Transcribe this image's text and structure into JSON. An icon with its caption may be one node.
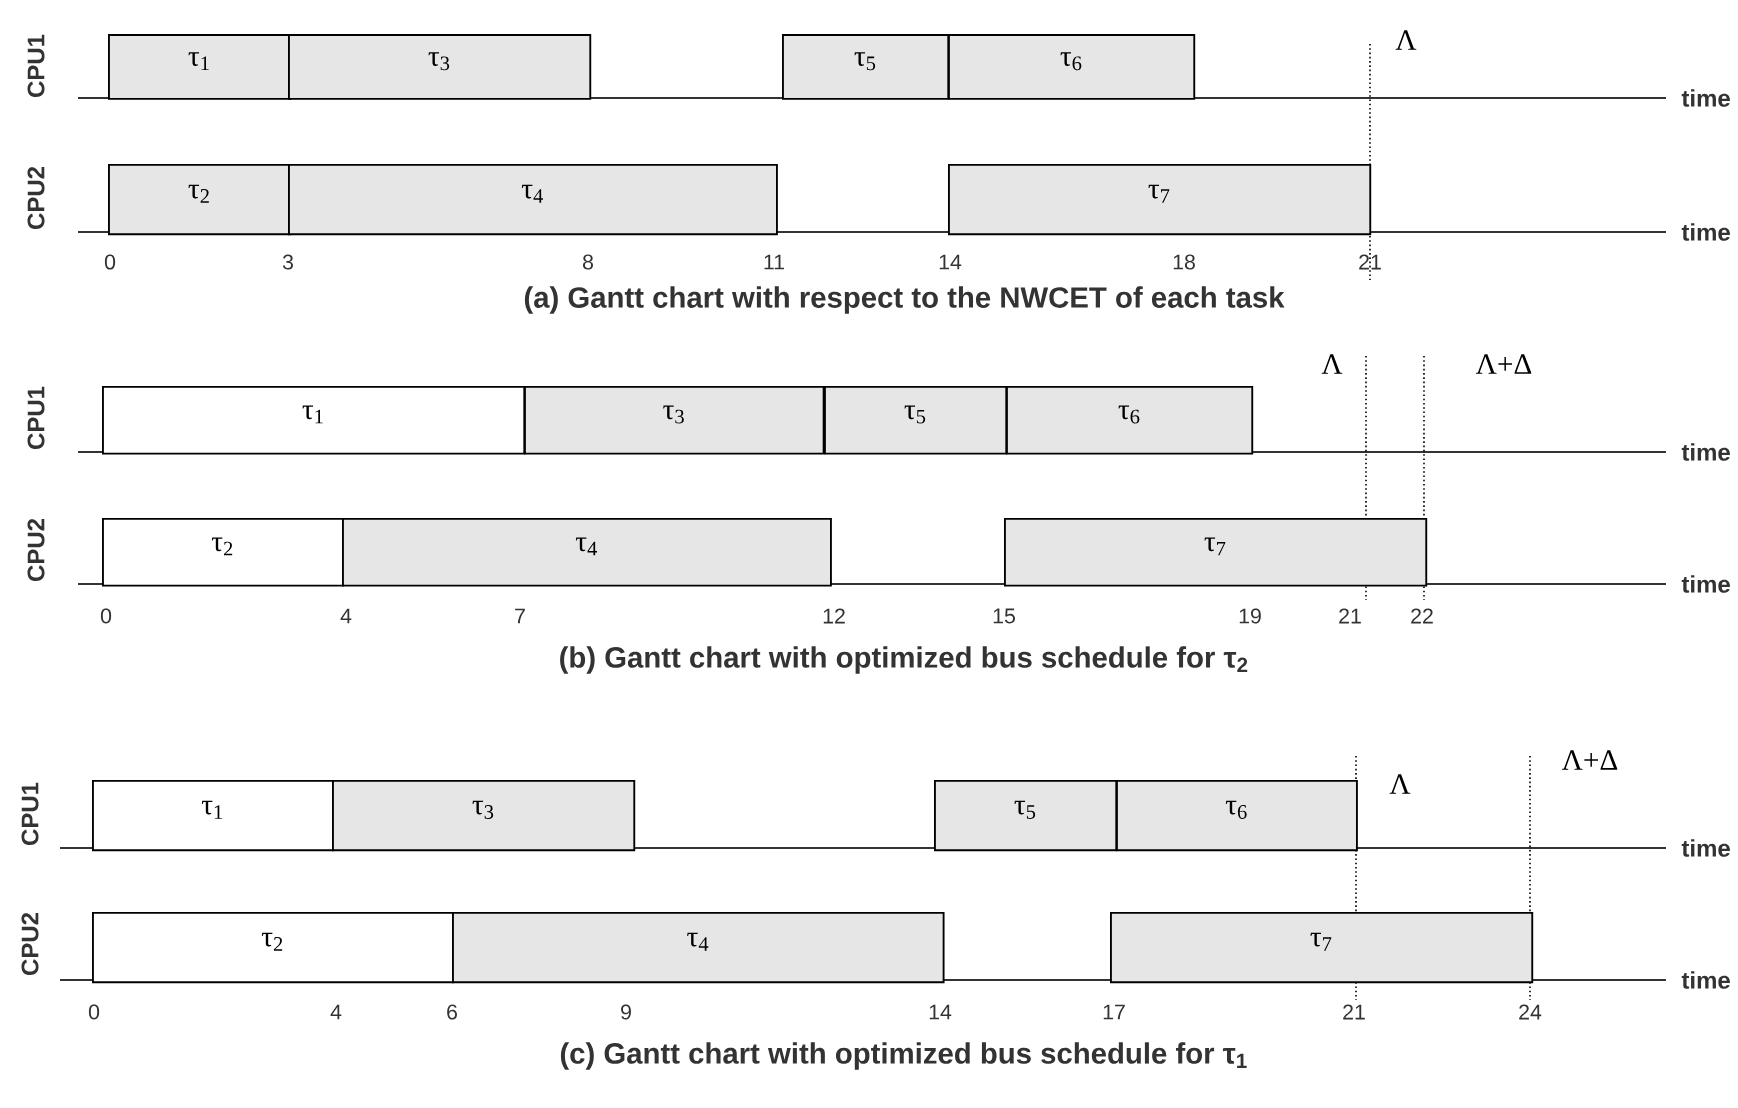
{
  "diagram": {
    "nodes": [
      {
        "text": [
          "τ$_{1}$"
        ]
      },
      {
        "text": [
          "τ$_{3}$"
        ]
      },
      {
        "text": [
          "τ$_{5}$"
        ]
      },
      {
        "text": [
          "τ$_{6}$"
        ]
      },
      {
        "text": [
          "τ$_{2}$"
        ]
      },
      {
        "text": [
          "τ$_{4}$"
        ]
      },
      {
        "text": [
          "τ$_{7}$"
        ]
      },
      {
        "text": [
          "τ$_{1}$"
        ]
      },
      {
        "text": [
          "τ$_{3}$"
        ]
      },
      {
        "text": [
          "τ$_{5}$"
        ]
      },
      {
        "text": [
          "τ$_{6}$"
        ]
      },
      {
        "text": [
          "τ$_{2}$"
        ]
      },
      {
        "text": [
          "τ$_{4}$"
        ]
      },
      {
        "text": [
          "τ$_{7}$"
        ]
      },
      {
        "text": [
          "τ$_{1}$"
        ]
      },
      {
        "text": [
          "τ$_{3}$"
        ]
      },
      {
        "text": [
          "τ$_{5}$"
        ]
      },
      {
        "text": [
          "τ$_{6}$"
        ]
      },
      {
        "text": [
          "τ$_{2}$"
        ]
      },
      {
        "text": [
          "τ$_{4}$"
        ]
      },
      {
        "text": [
          "τ$_{7}$"
        ]
      }
    ],
    "labels": [
      "CPU1",
      "Λ",
      "time",
      "CPU2",
      "time",
      "0",
      "3",
      "8",
      "11",
      "14",
      "18",
      "21",
      "(a) Gantt chart with respect to the NWCET of each task",
      "CPU1",
      "Λ",
      "Λ+Δ",
      "time",
      "CPU2",
      "time",
      "0",
      "4",
      "7",
      "12",
      "15",
      "19",
      "21",
      "22",
      "(b) Gantt chart with optimized bus schedule for τ$_{2}$",
      "CPU1",
      "Λ",
      "Λ+Δ",
      "time",
      "CPU2",
      "time",
      "0",
      "4",
      "6",
      "9",
      "14",
      "17",
      "21",
      "24",
      "(c) Gantt chart with optimized bus schedule for τ$_{1}$"
    ]
  }
}
